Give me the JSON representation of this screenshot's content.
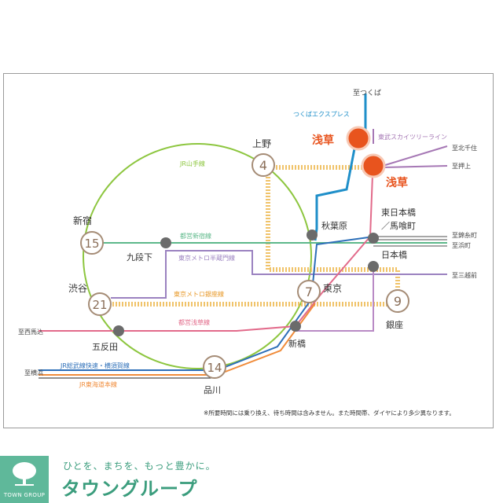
{
  "stations": {
    "tsukuba": "至つくば",
    "asakusa_tx": "浅草",
    "asakusa": "浅草",
    "ueno": "上野",
    "shinjuku": "新宿",
    "kudanshita": "九段下",
    "akihabara": "秋葉原",
    "higashinihonbashi": "東日本橋",
    "bakurocho": "／馬喰町",
    "nihonbashi": "日本橋",
    "shibuya": "渋谷",
    "tokyo": "東京",
    "ginza": "銀座",
    "gotanda": "五反田",
    "shinbashi": "新橋",
    "shinagawa": "品川"
  },
  "times": {
    "ueno": "4",
    "shinjuku": "15",
    "shibuya": "21",
    "tokyo": "7",
    "ginza": "9",
    "shinagawa": "14"
  },
  "lines": {
    "tx": "つくばエクスプレス",
    "skytree": "東武スカイツリーライン",
    "yamanote": "JR山手線",
    "shinjuku_line": "都営新宿線",
    "hanzomon": "東京メトロ半蔵門線",
    "ginza_line": "東京メトロ銀座線",
    "asakusa_line": "都営浅草線",
    "sobu": "JR総武線快速・横須賀線",
    "tokaido": "JR東海道本線"
  },
  "destinations": {
    "kitasenju": "至北千住",
    "oshiage": "至押上",
    "kinshicho": "至錦糸町",
    "hamacho": "至浜町",
    "mitsukoshimae": "至三越前",
    "nishimagome": "至西馬込",
    "yokohama": "至横浜"
  },
  "note": "※所要時間には乗り換え、待ち時間は含みません。また時間帯、ダイヤにより多少異なります。",
  "footer": {
    "slogan": "ひとを、まちを、もっと豊かに。",
    "brand": "タウングループ",
    "logo_text": "TOWN GROUP"
  },
  "colors": {
    "yamanote": "#8dc63f",
    "tx": "#1f8fc9",
    "skytree": "#a678b5",
    "shinjuku_line": "#5db88a",
    "hanzomon": "#9b82c0",
    "ginza_line": "#f0b448",
    "asakusa_line": "#e26a8a",
    "sobu": "#2d6fb8",
    "tokaido": "#f08c3b",
    "asakusa_station": "#e8541e",
    "brand": "#3b9d7d"
  }
}
